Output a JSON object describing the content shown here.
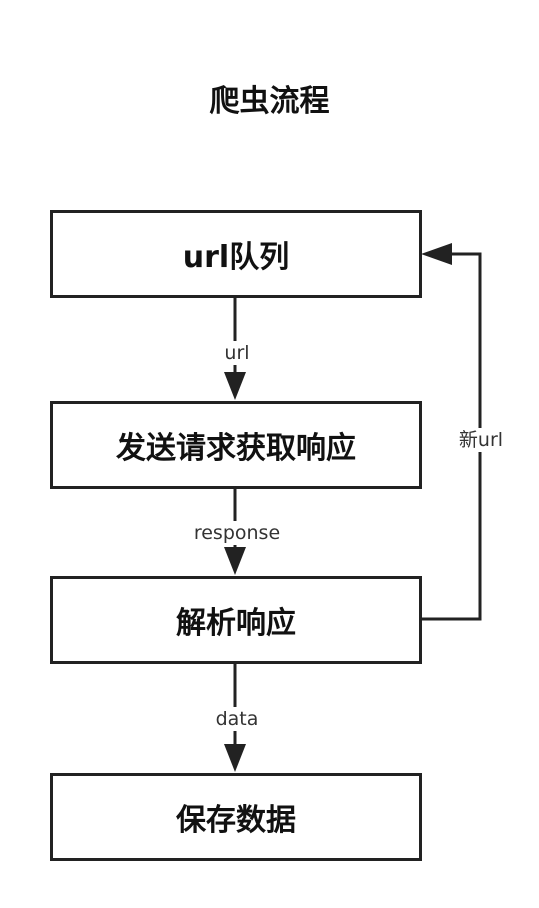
{
  "title": "爬虫流程",
  "nodes": {
    "url_queue": "url队列",
    "send_request": "发送请求获取响应",
    "parse_response": "解析响应",
    "save_data": "保存数据"
  },
  "edges": {
    "queue_to_request": "url",
    "request_to_parse": "response",
    "parse_to_save": "data",
    "parse_to_queue": "新url"
  },
  "colors": {
    "stroke": "#222222",
    "text": "#111111",
    "label": "#333333",
    "background": "#ffffff"
  }
}
